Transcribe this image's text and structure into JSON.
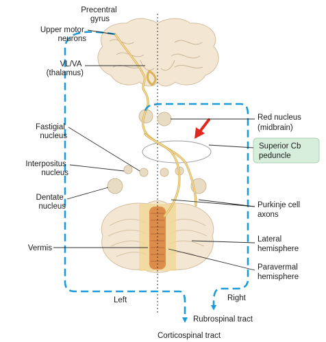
{
  "labels": {
    "precentral_gyrus": [
      "Precentral",
      "gyrus"
    ],
    "upper_motor_neurons": [
      "Upper motor",
      "neurons"
    ],
    "vl_va": [
      "VL/VA",
      "(thalamus)"
    ],
    "fastigial": [
      "Fastigial",
      "nucleus"
    ],
    "interpositus": [
      "Interpositus",
      "nucleus"
    ],
    "dentate": [
      "Dentate",
      "nucleus"
    ],
    "vermis": "Vermis",
    "red_nucleus": [
      "Red nucleus",
      "(midbrain)"
    ],
    "superior_cb": [
      "Superior Cb",
      "peduncle"
    ],
    "purkinje": [
      "Purkinje cell",
      "axons"
    ],
    "lateral_hemisphere": [
      "Lateral",
      "hemisphere"
    ],
    "paravermal_hemisphere": [
      "Paravermal",
      "hemisphere"
    ],
    "left": "Left",
    "right": "Right",
    "rubrospinal": "Rubrospinal tract",
    "corticospinal": "Corticospinal tract"
  },
  "colors": {
    "tract": "#d9b25a",
    "pathway": "#1a9ad6",
    "arrow": "#e0281e",
    "peduncle_box": "#d8eedd",
    "brain": "#f3e6d2"
  }
}
